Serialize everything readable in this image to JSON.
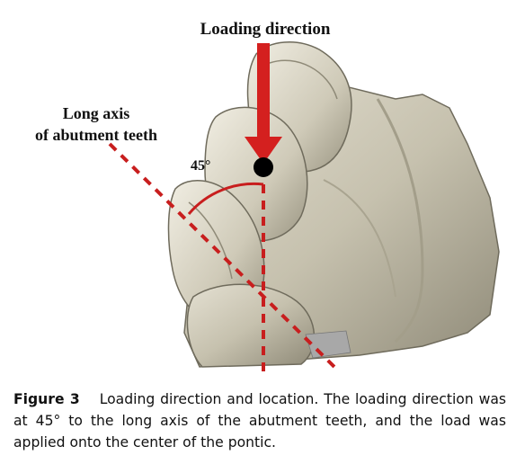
{
  "figure": {
    "loading_label": "Loading direction",
    "long_axis_label_line1": "Long axis",
    "long_axis_label_line2": "of abutment teeth",
    "angle_label": "45°"
  },
  "caption": {
    "figure_number": "Figure 3",
    "text": "Loading direction and location. The loading direction was at 45° to the long axis of the abutment teeth, and the load was applied onto the center of the pontic."
  },
  "colors": {
    "arrow": "#d4201f",
    "axis_line": "#c81e1e",
    "tooth": "#c9c4b2",
    "tooth_shadow": "#8f8a78"
  }
}
